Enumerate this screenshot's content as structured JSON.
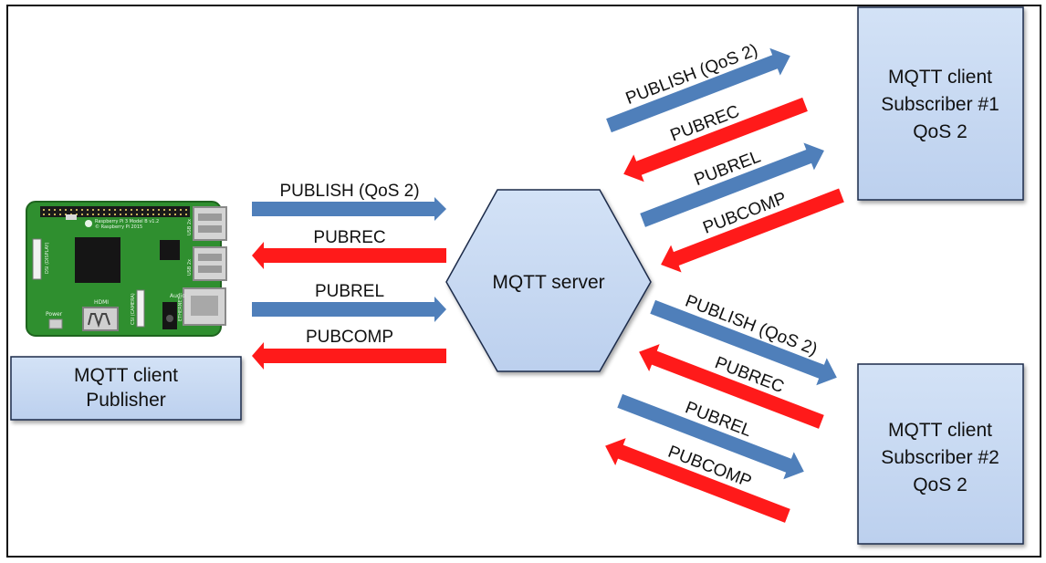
{
  "colors": {
    "publish_arrow": "#4f7fba",
    "reply_arrow": "#ff1a1a",
    "box_fill": "#c8d9f1",
    "box_edge": "#1c2c4a",
    "board_green": "#2f8f2f"
  },
  "publisher": {
    "line1": "MQTT client",
    "line2": "Publisher"
  },
  "server": {
    "label": "MQTT server"
  },
  "subscriber1": {
    "line1": "MQTT client",
    "line2": "Subscriber #1",
    "line3": "QoS 2"
  },
  "subscriber2": {
    "line1": "MQTT client",
    "line2": "Subscriber #2",
    "line3": "QoS 2"
  },
  "messages": {
    "publish": "PUBLISH (QoS 2)",
    "pubrec": "PUBREC",
    "pubrel": "PUBREL",
    "pubcomp": "PUBCOMP"
  },
  "board": {
    "icon": "raspberry-pi-board-icon",
    "title": "Raspberry Pi 3 Model B v1.2",
    "copyright": "© Raspberry Pi 2015",
    "hdmi": "HDMI",
    "audio": "Audio",
    "power": "Power",
    "usb": "USB 2x",
    "ethernet": "ETHERNET",
    "dsi": "DSI (DISPLAY)",
    "csi": "CSI (CAMERA)",
    "gpio": "GPIO"
  }
}
